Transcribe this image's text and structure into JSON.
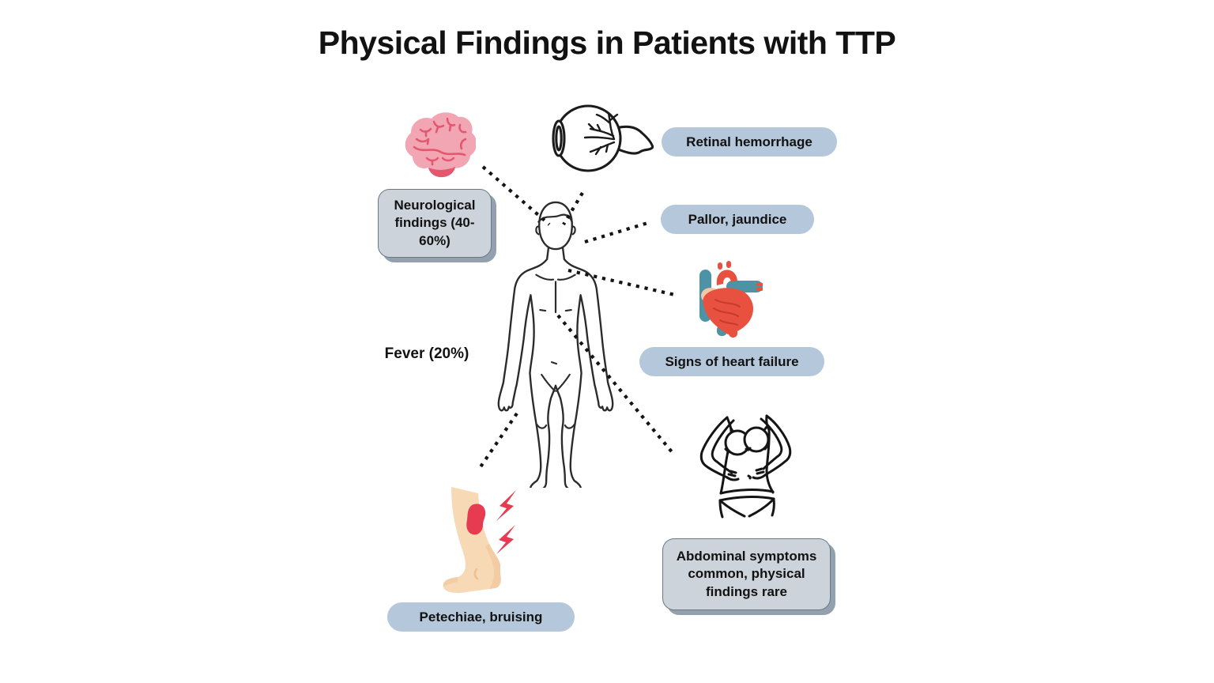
{
  "title": "Physical Findings in Patients with TTP",
  "labels": {
    "neurological": "Neurological findings (40-60%)",
    "fever": "Fever (20%)",
    "petechiae": "Petechiae, bruising",
    "retinal": "Retinal hemorrhage",
    "pallor": "Pallor, jaundice",
    "heart_failure": "Signs of heart failure",
    "abdominal": "Abdominal symptoms common, physical findings rare"
  },
  "icons": {
    "brain": "brain-icon",
    "eye": "eye-retina-icon",
    "heart": "anatomical-heart-icon",
    "body": "human-body-outline-icon",
    "leg": "leg-petechiae-icon",
    "abdomen": "female-abdomen-icon"
  },
  "colors": {
    "text": "#121212",
    "line": "#141414",
    "pill_bg": "#b5c7da",
    "box_bg": "#ccd3da",
    "box_border": "#6b7884",
    "box_shadow": "#93a1af",
    "brain_pink": "#f2a6b4",
    "brain_red": "#e4586e",
    "heart_red": "#e85140",
    "heart_teal": "#4b93a5",
    "heart_peach": "#f2c9a6",
    "skin": "#f8d9b6",
    "skin_shade": "#eec193",
    "bruise_red": "#e73b52"
  }
}
